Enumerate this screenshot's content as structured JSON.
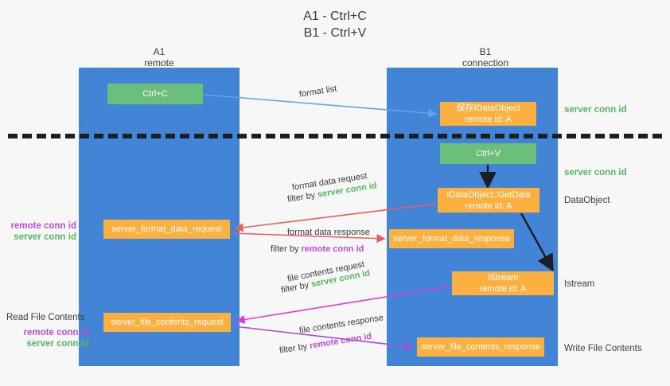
{
  "title": {
    "line1": "A1 - Ctrl+C",
    "line2": "B1 - Ctrl+V"
  },
  "columns": {
    "left": {
      "name": "A1",
      "role": "remote"
    },
    "right": {
      "name": "B1",
      "role": "connection"
    }
  },
  "nodes": {
    "ctrl_c": {
      "line1": "Ctrl+C",
      "line2": "",
      "color": "#6cbf7b"
    },
    "save_idataobject": {
      "line1": "保存IDataObject",
      "line2": "remote id: A",
      "color": "#fbb040"
    },
    "ctrl_v": {
      "line1": "Ctrl+V",
      "line2": "",
      "color": "#6cbf7b"
    },
    "getdata": {
      "line1": "IDataObject::GetData",
      "line2": "remote id: A",
      "color": "#fbb040"
    },
    "server_format_data_request": {
      "line1": "server_format_data_request",
      "line2": "",
      "color": "#fbb040"
    },
    "server_format_data_response": {
      "line1": "server_format_data_response",
      "line2": "",
      "color": "#fbb040"
    },
    "istream": {
      "line1": "IStream",
      "line2": "remote id: A",
      "color": "#fbb040"
    },
    "server_file_contents_request": {
      "line1": "server_file_contents_request",
      "line2": "",
      "color": "#fbb040"
    },
    "server_file_contents_response": {
      "line1": "server_file_contents_response",
      "line2": "",
      "color": "#fbb040"
    }
  },
  "arrow_labels": {
    "format_list": "format list",
    "format_data_request": "format data request",
    "format_data_request_filter_prefix": "filter by ",
    "format_data_request_filter_value": "server conn id",
    "format_data_response": "format data response",
    "format_data_response_filter_prefix": "filter by ",
    "format_data_response_filter_value": "remote conn id",
    "file_contents_request": "file contents request",
    "file_contents_request_filter_prefix": "filter by ",
    "file_contents_request_filter_value": "server conn id",
    "file_contents_response": "file contents response",
    "file_contents_response_filter_prefix": "filter by ",
    "file_contents_response_filter_value": "remote conn id"
  },
  "side_notes": {
    "server_conn_id_top": "server conn id",
    "server_conn_id_mid": "server conn id",
    "dataobject": "DataObject",
    "istream": "Istream",
    "write_file_contents": "Write File Contents"
  },
  "left_notes": {
    "remote_conn_id_1": "remote conn id",
    "server_conn_id_1": "server conn id",
    "read_file_contents": "Read File Contents",
    "remote_conn_id_2": "remote conn id",
    "server_conn_id_2": "server conn id"
  },
  "colors": {
    "lane": "#4285d6",
    "green_node": "#6cbf7b",
    "orange_node": "#fbb040",
    "green_text": "#57b65f",
    "magenta_text": "#c24bd6",
    "arrow_blue": "#5aa9e6",
    "arrow_red": "#e8605a",
    "arrow_magenta": "#d93fd9",
    "arrow_purple": "#a84fd0",
    "arrow_black": "#1d1d22",
    "dashed_line": "#1d1d22",
    "background": "#f7f7f7"
  }
}
